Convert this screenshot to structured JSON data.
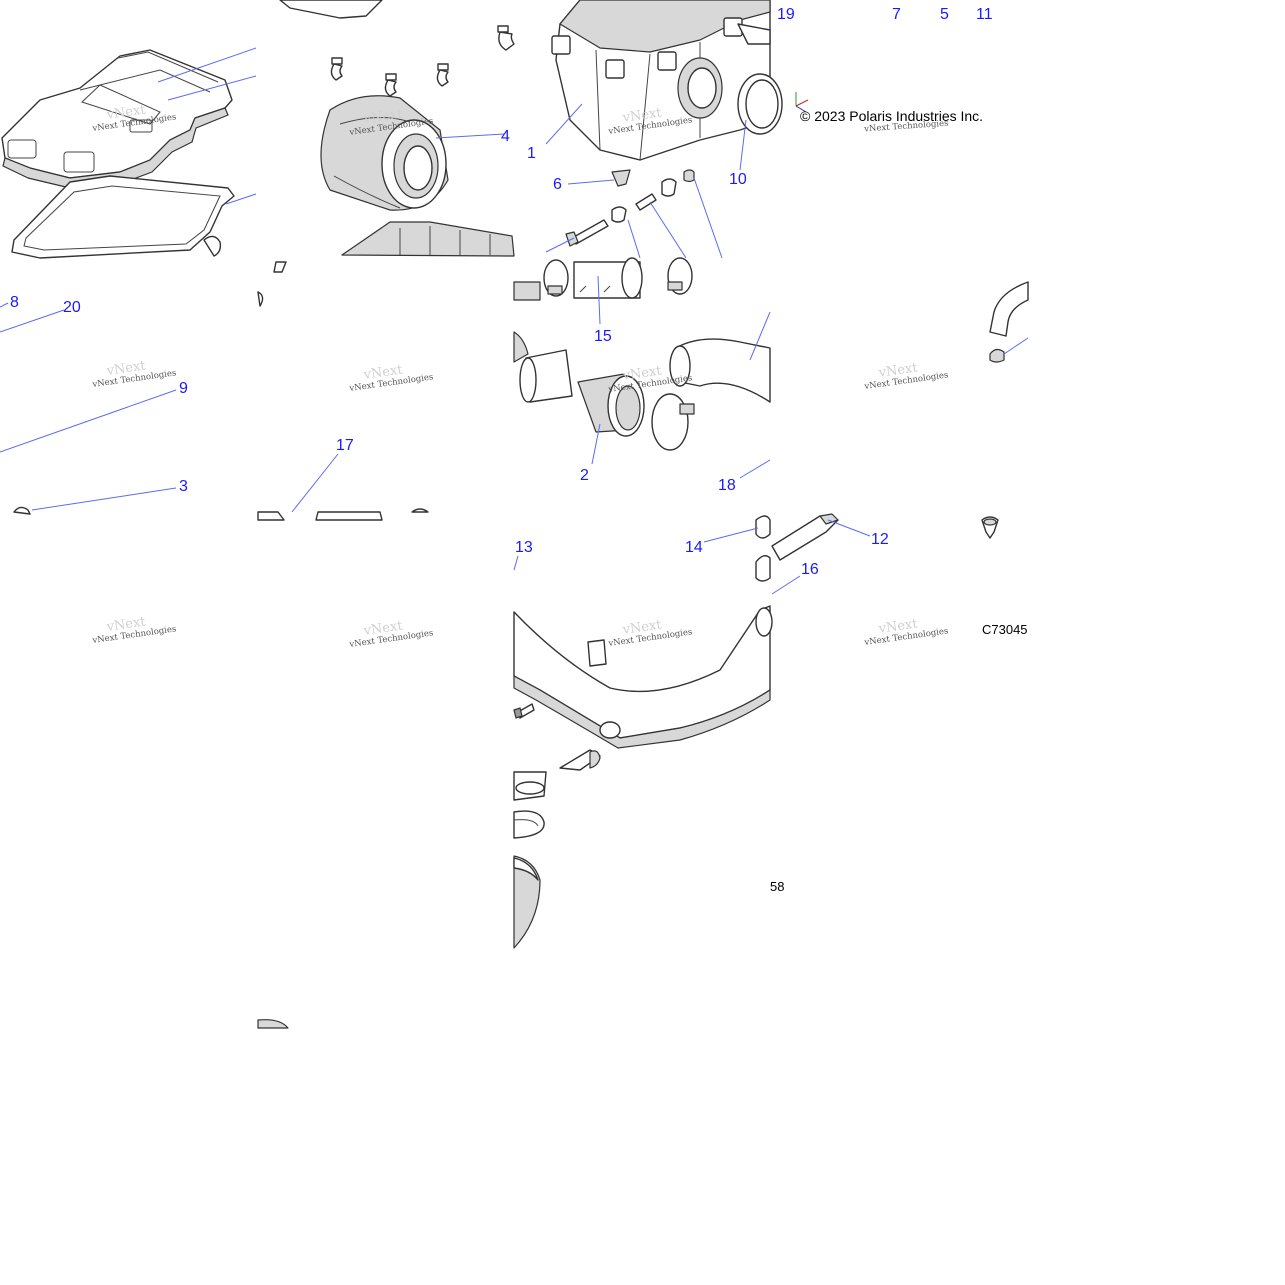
{
  "diagram": {
    "copyright": "© 2023 Polaris Industries Inc.",
    "drawing_code": "C73045",
    "tile_fragment": "58",
    "watermark": "vNext Technologies",
    "watermark_cover": "vNext",
    "callouts": [
      {
        "id": "19",
        "label": "19"
      },
      {
        "id": "7",
        "label": "7"
      },
      {
        "id": "5",
        "label": "5"
      },
      {
        "id": "11",
        "label": "11"
      },
      {
        "id": "4",
        "label": "4"
      },
      {
        "id": "1",
        "label": "1"
      },
      {
        "id": "6",
        "label": "6"
      },
      {
        "id": "10",
        "label": "10"
      },
      {
        "id": "8",
        "label": "8"
      },
      {
        "id": "20",
        "label": "20"
      },
      {
        "id": "15",
        "label": "15"
      },
      {
        "id": "9",
        "label": "9"
      },
      {
        "id": "17",
        "label": "17"
      },
      {
        "id": "2",
        "label": "2"
      },
      {
        "id": "18",
        "label": "18"
      },
      {
        "id": "3",
        "label": "3"
      },
      {
        "id": "13",
        "label": "13"
      },
      {
        "id": "14",
        "label": "14"
      },
      {
        "id": "12",
        "label": "12"
      },
      {
        "id": "16",
        "label": "16"
      }
    ]
  }
}
